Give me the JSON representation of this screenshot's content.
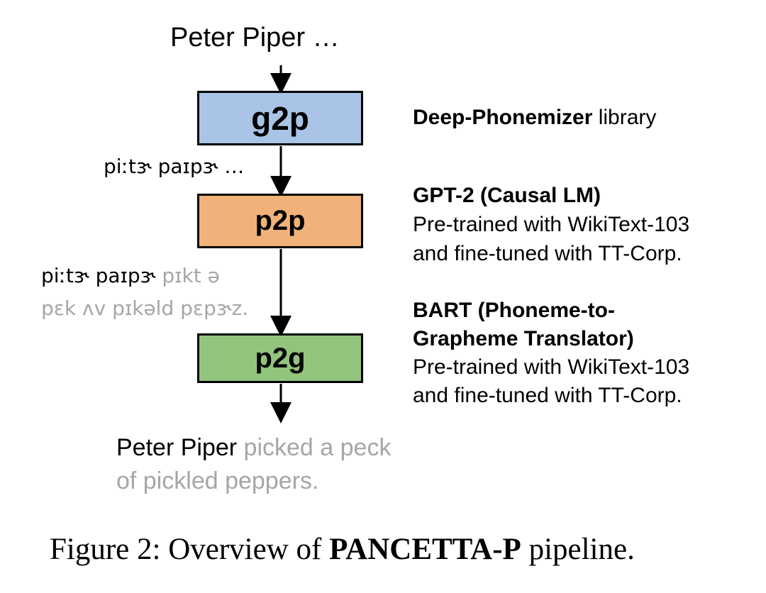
{
  "input_text": "Peter Piper …",
  "boxes": {
    "g2p": "g2p",
    "p2p": "p2p",
    "p2g": "p2g"
  },
  "ipa1": "piːtɝ paɪpɝ …",
  "ipa2": {
    "black": "piːtɝ paɪpɝ",
    "gray_line1": "pɪkt ə",
    "gray_line2": "pɛk ʌv pɪkəld pɛpɝz."
  },
  "output": {
    "black": "Peter Piper",
    "gray_line1": "picked a peck",
    "gray_line2": "of pickled peppers."
  },
  "side": {
    "g2p": {
      "bold": "Deep-Phonemizer",
      "rest": " library"
    },
    "p2p": {
      "title": "GPT-2 (Causal LM)",
      "line1": "Pre-trained with WikiText-103",
      "line2": "and fine-tuned with TT-Corp."
    },
    "p2g": {
      "title1": "BART (Phoneme-to-",
      "title2": "Grapheme Translator)",
      "line1": "Pre-trained with WikiText-103",
      "line2": "and fine-tuned with TT-Corp."
    }
  },
  "caption": {
    "prefix": "Figure 2: Overview of ",
    "name": "PANCETTA-P",
    "suffix": " pipeline."
  }
}
